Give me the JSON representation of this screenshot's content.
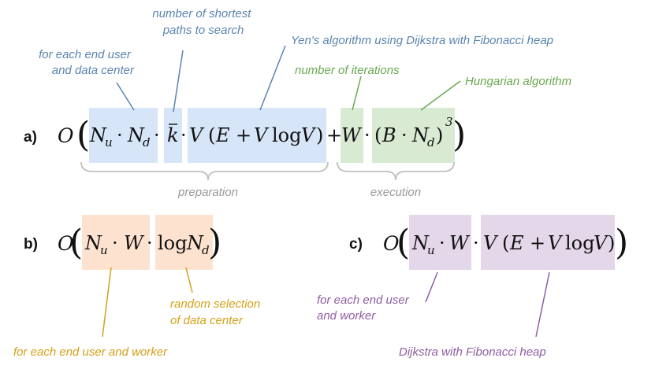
{
  "colors": {
    "blue_fill": "#d6e5f8",
    "blue_text": "#5b84b1",
    "green_fill": "#d9ead3",
    "green_text": "#6aa84f",
    "orange_fill": "#fde2cf",
    "orange_text": "#d4a017",
    "purple_fill": "#e4d7ea",
    "purple_text": "#8e5ea2",
    "brace": "#c0c0c0"
  },
  "formula_a": {
    "label": "a)",
    "ann_end_user_dc": [
      "for each end user",
      "and data center"
    ],
    "ann_shortest_paths": [
      "number of shortest",
      "paths to search"
    ],
    "ann_yen": "Yen's algorithm using Dijkstra with Fibonacci heap",
    "ann_iterations": "number of iterations",
    "ann_hungarian": "Hungarian algorithm",
    "brace_preparation": "preparation",
    "brace_execution": "execution",
    "expr": {
      "O": "O",
      "N": "N",
      "u": "u",
      "d": "d",
      "dot": "·",
      "k": "k",
      "V": "V",
      "E": "E",
      "W": "W",
      "B": "B",
      "plus": "+",
      "log": "log",
      "lparen": "(",
      "rparen": ")",
      "cube": "3"
    }
  },
  "formula_b": {
    "label": "b)",
    "ann_end_user_worker": "for each end user and worker",
    "ann_random": [
      "random selection",
      "of data center"
    ]
  },
  "formula_c": {
    "label": "c)",
    "ann_end_user_worker": [
      "for each end user",
      "and worker"
    ],
    "ann_dijkstra": "Dijkstra with Fibonacci heap"
  }
}
